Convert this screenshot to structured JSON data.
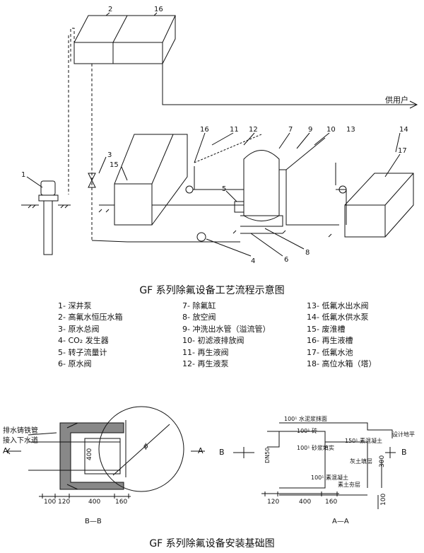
{
  "diagram": {
    "callouts": [
      "1",
      "2",
      "3",
      "4",
      "5",
      "6",
      "7",
      "8",
      "9",
      "10",
      "11",
      "12",
      "13",
      "14",
      "15",
      "16",
      "17"
    ],
    "callout_16_second": "16",
    "user_supply_label": "供用户",
    "process_title": "GF 系列除氟设备工艺流程示意图",
    "legend": [
      {
        "label": "1- 深井泵"
      },
      {
        "label": "2- 高氟水恒压水箱"
      },
      {
        "label": "3- 原水总阀"
      },
      {
        "label": "4- CO₂ 发生器"
      },
      {
        "label": "5- 转子流量计"
      },
      {
        "label": "6- 原水阀"
      },
      {
        "label": "7- 除氟缸"
      },
      {
        "label": "8- 放空阀"
      },
      {
        "label": "9- 冲洗出水管（溢流管）"
      },
      {
        "label": "10- 初滤液排放阀"
      },
      {
        "label": "11- 再生液阀"
      },
      {
        "label": "12- 再生液泵"
      },
      {
        "label": "13- 低氟水出水阀"
      },
      {
        "label": "14- 低氟水供水泵"
      },
      {
        "label": "15- 废淮槽"
      },
      {
        "label": "16- 再生液槽"
      },
      {
        "label": "17- 低氟水池"
      },
      {
        "label": "18- 高位水箱（塔）"
      }
    ],
    "install_title": "GF 系列除氟设备安装基础图",
    "bb": {
      "pipe_label_1": "排水铸铁管",
      "pipe_label_2": "接入下水道",
      "label_a_left": "A",
      "label_a_right": "A",
      "dim_400_vert": "400",
      "phi": "ϕ",
      "dims": [
        "100",
        "120",
        "400",
        "160"
      ],
      "section": "B—B"
    },
    "aa": {
      "notes": [
        "100¹ 水泥浆抹面",
        "100¹ 砖",
        "100¹ 砂浆填实",
        "150¹ 素混凝土",
        "设计地平",
        "灰土填层",
        "100¹ 素混凝土",
        "素土夯层"
      ],
      "label_b_left": "B",
      "label_b_right": "B",
      "dn50": "DN50",
      "dim_300": "300",
      "dim_100": "100",
      "dims": [
        "120",
        "400",
        "160"
      ],
      "section": "A—A"
    }
  }
}
